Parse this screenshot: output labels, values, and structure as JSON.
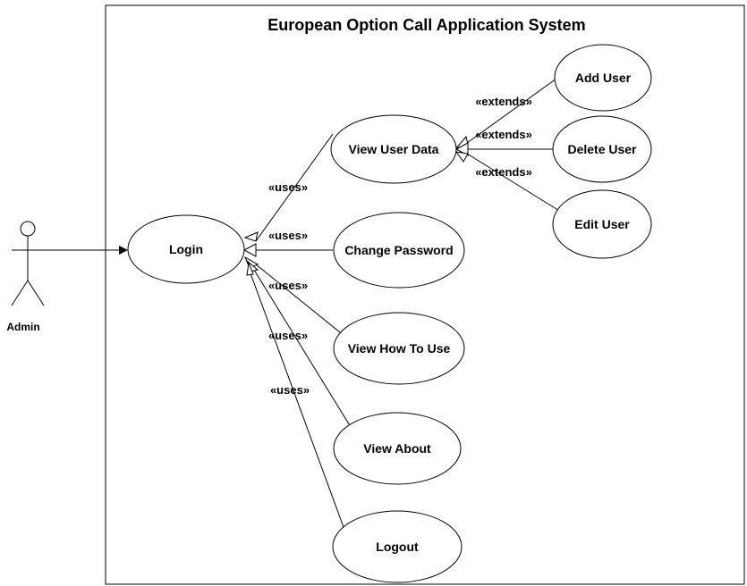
{
  "system": {
    "title": "European Option Call Application System"
  },
  "actor": {
    "label": "Admin"
  },
  "use_cases": {
    "login": "Login",
    "view_user_data": "View User Data",
    "change_password": "Change Password",
    "view_how_to_use": "View How To Use",
    "view_about": "View About",
    "logout": "Logout",
    "add_user": "Add User",
    "delete_user": "Delete User",
    "edit_user": "Edit User"
  },
  "relations": {
    "uses_1": "«uses»",
    "uses_2": "«uses»",
    "uses_3": "«uses»",
    "uses_4": "«uses»",
    "uses_5": "«uses»",
    "extends_1": "«extends»",
    "extends_2": "«extends»",
    "extends_3": "«extends»"
  },
  "colors": {
    "stroke": "#000000",
    "background": "#ffffff"
  }
}
